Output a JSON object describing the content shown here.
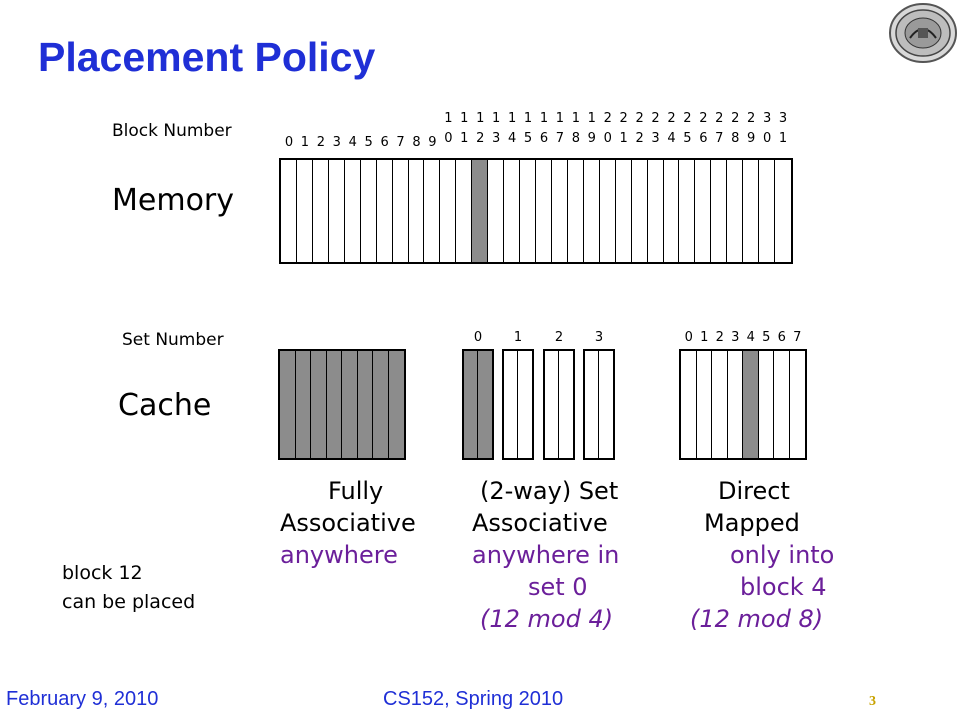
{
  "title": "Placement Policy",
  "labels": {
    "block_number": "Block Number",
    "memory": "Memory",
    "set_number": "Set Number",
    "cache": "Cache"
  },
  "memory": {
    "tens_digits": [
      "",
      "",
      "",
      "",
      "",
      "",
      "",
      "",
      "",
      "",
      "1",
      "1",
      "1",
      "1",
      "1",
      "1",
      "1",
      "1",
      "1",
      "1",
      "2",
      "2",
      "2",
      "2",
      "2",
      "2",
      "2",
      "2",
      "2",
      "2",
      "3",
      "3"
    ],
    "ones_digits": [
      "0",
      "1",
      "2",
      "3",
      "4",
      "5",
      "6",
      "7",
      "8",
      "9",
      "0",
      "1",
      "2",
      "3",
      "4",
      "5",
      "6",
      "7",
      "8",
      "9",
      "0",
      "1",
      "2",
      "3",
      "4",
      "5",
      "6",
      "7",
      "8",
      "9",
      "0",
      "1"
    ],
    "block_count": 32,
    "highlighted_block": 12
  },
  "cache": {
    "set_assoc_labels": [
      "0",
      "1",
      "2",
      "3"
    ],
    "direct_labels": [
      "0",
      "1",
      "2",
      "3",
      "4",
      "5",
      "6",
      "7"
    ],
    "highlight_color": "#8c8c8c"
  },
  "columns": {
    "fully": {
      "line1": "Fully",
      "line2": "Associative",
      "line3": "anywhere"
    },
    "set": {
      "line1": "(2-way) Set",
      "line2": "Associative",
      "line3": "anywhere in",
      "line4": "set 0",
      "line5": "(12 mod 4)"
    },
    "direct": {
      "line1": "Direct",
      "line2": "Mapped",
      "line3": "only into",
      "line4": "block 4",
      "line5": "(12 mod 8)"
    }
  },
  "note": {
    "line1": "block 12",
    "line2": "can be placed"
  },
  "footer": {
    "date": "February 9, 2010",
    "course": "CS152, Spring 2010",
    "page": "3"
  },
  "colors": {
    "title": "#1f2fd6",
    "accent_text": "#6b1f9a",
    "page_number": "#c8a200"
  }
}
